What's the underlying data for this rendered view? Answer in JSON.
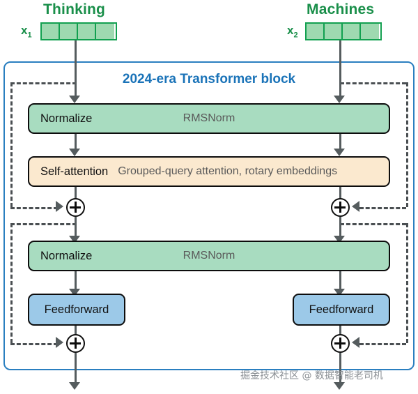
{
  "diagram": {
    "title": "2024-era Transformer block",
    "title_color": "#1a73b8",
    "border_color": "#2a7fc0",
    "inputs": [
      {
        "word": "Thinking",
        "symbol": "x",
        "subscript": "1",
        "cells": 4,
        "color": "#9ed9b0",
        "border": "#12a050"
      },
      {
        "word": "Machines",
        "symbol": "x",
        "subscript": "2",
        "cells": 4,
        "color": "#9ed9b0",
        "border": "#12a050"
      }
    ],
    "stages": [
      {
        "id": "normalize-1",
        "title": "Normalize",
        "subtitle": "RMSNorm",
        "style": "green",
        "fill": "#a8dcc0",
        "span": "full"
      },
      {
        "id": "self-attention",
        "title": "Self-attention",
        "subtitle": "Grouped-query attention, rotary embeddings",
        "style": "peach",
        "fill": "#fbe9cf",
        "span": "full"
      },
      {
        "id": "normalize-2",
        "title": "Normalize",
        "subtitle": "RMSNorm",
        "style": "green",
        "fill": "#a8dcc0",
        "span": "full"
      },
      {
        "id": "feedforward-left",
        "title": "Feedforward",
        "subtitle": "",
        "style": "blue",
        "fill": "#9cc9e8",
        "span": "left"
      },
      {
        "id": "feedforward-right",
        "title": "Feedforward",
        "subtitle": "",
        "style": "blue",
        "fill": "#9cc9e8",
        "span": "right"
      }
    ],
    "residual_adders": [
      {
        "id": "add-1-left",
        "symbol": "+"
      },
      {
        "id": "add-1-right",
        "symbol": "+"
      },
      {
        "id": "add-2-left",
        "symbol": "+"
      },
      {
        "id": "add-2-right",
        "symbol": "+"
      }
    ],
    "watermark": "掘金技术社区 @ 数据智能老司机"
  }
}
